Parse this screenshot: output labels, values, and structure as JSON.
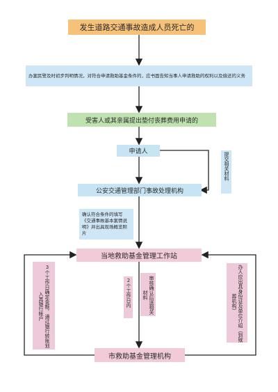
{
  "boxes": {
    "title": "发生道路交通事故造成人员死亡的",
    "note": "办案民警及时初步判明情况，对符合申请救助基金条件的，应书面告知当事人申请救助的权利以及偿还的义务",
    "victim_request": "受害人或其亲属提出垫付丧葬费用申请的",
    "applicant": "申请人",
    "police_office": "公安交通管理部门事故处理机构",
    "confirm": "确认符合条件的填写《交通事故基本案情说明》并出具现场概览照片",
    "station": "当地救助基金管理工作站",
    "agency": "市救助基金管理机构"
  },
  "vertical_labels": {
    "submit_materials": "提交相关材料",
    "transfer": "3个工作日确定金额，通过银行转账划入其银行帐户",
    "workdays": "2个工作日内",
    "reviewed": "审核确认后送相关材料",
    "handle": "办人应出具身份证及单位介绍（到殡葬机构）"
  },
  "colors": {
    "title": "#f6c27a",
    "note": "#cfe6f6",
    "green": "#bfe2b0",
    "blue": "#c7e4f4",
    "pink": "#f2cbd9",
    "line": "#222222"
  }
}
